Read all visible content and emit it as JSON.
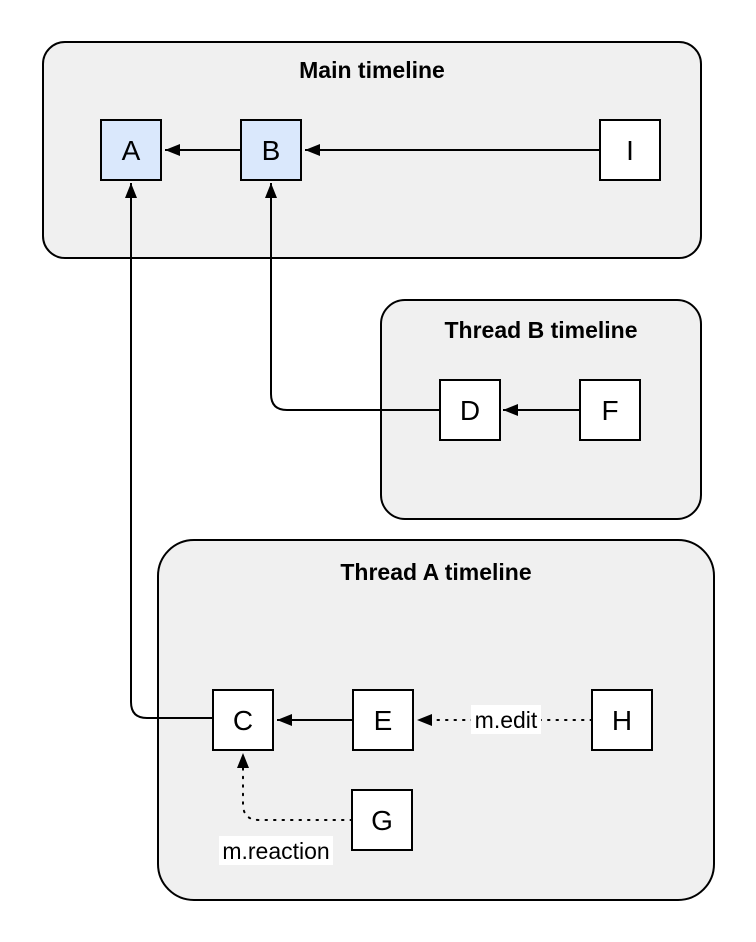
{
  "diagram": {
    "containers": {
      "main": {
        "title": "Main timeline"
      },
      "thread_b": {
        "title": "Thread B timeline"
      },
      "thread_a": {
        "title": "Thread A timeline"
      }
    },
    "events": {
      "A": {
        "label": "A",
        "highlighted": true
      },
      "B": {
        "label": "B",
        "highlighted": true
      },
      "I": {
        "label": "I",
        "highlighted": false
      },
      "D": {
        "label": "D",
        "highlighted": false
      },
      "F": {
        "label": "F",
        "highlighted": false
      },
      "C": {
        "label": "C",
        "highlighted": false
      },
      "E": {
        "label": "E",
        "highlighted": false
      },
      "H": {
        "label": "H",
        "highlighted": false
      },
      "G": {
        "label": "G",
        "highlighted": false
      }
    },
    "edges": [
      {
        "from": "B",
        "to": "A",
        "style": "solid",
        "label": ""
      },
      {
        "from": "I",
        "to": "B",
        "style": "solid",
        "label": ""
      },
      {
        "from": "F",
        "to": "D",
        "style": "solid",
        "label": ""
      },
      {
        "from": "D",
        "to": "B",
        "style": "solid",
        "label": ""
      },
      {
        "from": "E",
        "to": "C",
        "style": "solid",
        "label": ""
      },
      {
        "from": "H",
        "to": "E",
        "style": "dotted",
        "label": "m.edit"
      },
      {
        "from": "C",
        "to": "A",
        "style": "solid",
        "label": ""
      },
      {
        "from": "G",
        "to": "C",
        "style": "dotted",
        "label": "m.reaction"
      }
    ],
    "colors": {
      "canvas_background": "#ffffff",
      "container_fill": "#f0f0f0",
      "container_stroke": "#000000",
      "event_fill": "#ffffff",
      "event_highlight_fill": "#dae8fc",
      "event_stroke": "#000000",
      "edge_stroke": "#000000",
      "edge_label_background": "#ffffff",
      "text_color": "#000000"
    }
  }
}
